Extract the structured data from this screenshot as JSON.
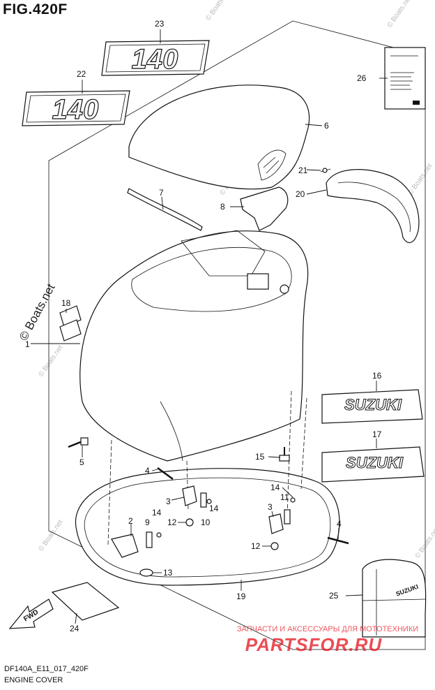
{
  "figure": {
    "title": "FIG.420F"
  },
  "footer": {
    "code": "DF140A_E11_017_420F",
    "caption": "ENGINE COVER"
  },
  "watermark": {
    "side": "© Boats.net",
    "repeat": "© Boats.net"
  },
  "vendor": {
    "tagline": "ЗАПЧАСТИ И АКСЕССУАРЫ ДЛЯ МОТОТЕХНИКИ",
    "logo": "PARTSFOR.RU",
    "accent": "#e8202a"
  },
  "decal_text": {
    "model": "140",
    "brand": "SUZUKI",
    "fwd": "FWD"
  },
  "callouts": [
    "1",
    "2",
    "3",
    "3",
    "4",
    "4",
    "5",
    "6",
    "7",
    "8",
    "9",
    "10",
    "11",
    "12",
    "12",
    "13",
    "14",
    "14",
    "14",
    "15",
    "16",
    "17",
    "18",
    "19",
    "20",
    "21",
    "22",
    "23",
    "24",
    "25",
    "26"
  ]
}
